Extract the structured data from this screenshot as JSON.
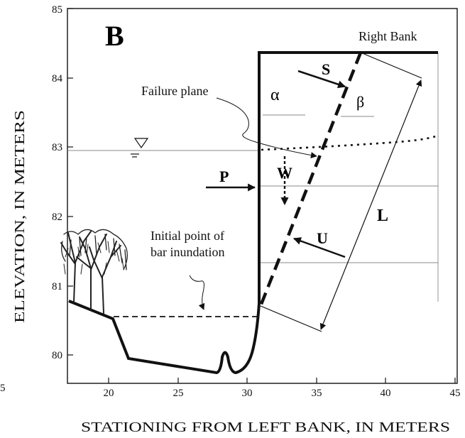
{
  "figure": {
    "panel_letter": "B",
    "colors": {
      "ink": "#111111",
      "background": "#ffffff",
      "tree": "#222222"
    }
  },
  "axes": {
    "x_title": "STATIONING FROM LEFT BANK, IN METERS",
    "y_title": "ELEVATION, IN METERS",
    "x_ticks": [
      "20",
      "25",
      "30",
      "35",
      "40",
      "45"
    ],
    "y_ticks": [
      "80",
      "81",
      "82",
      "83",
      "84",
      "85"
    ],
    "x_range": [
      17.2,
      45
    ],
    "y_range": [
      79.5,
      85
    ],
    "corner_label": "5"
  },
  "labels": {
    "right_bank": "Right Bank",
    "failure_plane": "Failure plane",
    "initial_point_line1": "Initial point of",
    "initial_point_line2": "bar inundation",
    "alpha": "α",
    "beta": "β",
    "S": "S",
    "P": "P",
    "W": "W",
    "U": "U",
    "L": "L"
  },
  "icons": {
    "water_surface": "inverted-triangle-icon",
    "tree": "tree-icon"
  },
  "profile": {
    "ground_surface": [
      [
        17.2,
        80.75
      ],
      [
        20.2,
        80.5
      ],
      [
        21.3,
        79.9
      ],
      [
        27.8,
        79.7
      ],
      [
        28.1,
        79.9
      ],
      [
        28.6,
        79.95
      ],
      [
        28.8,
        79.8
      ],
      [
        29.3,
        79.7
      ],
      [
        30.0,
        79.8
      ],
      [
        30.6,
        80.2
      ],
      [
        30.8,
        80.8
      ],
      [
        30.9,
        84.3
      ],
      [
        44.0,
        84.3
      ]
    ],
    "water_surface_elevation": 82.9,
    "failure_plane_top": [
      38.1,
      84.3
    ],
    "failure_plane_bottom": [
      30.9,
      80.6
    ],
    "bar_inundation_elevation": 80.5
  }
}
